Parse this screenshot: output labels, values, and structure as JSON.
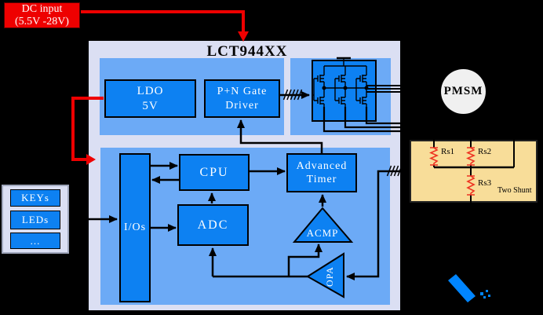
{
  "colors": {
    "block_blue": "#0d81f2",
    "panel_blue": "#6caaf6",
    "container_lavender": "#dbdff3",
    "dc_red": "#ee0000",
    "shunt_tan": "#f8dd99",
    "resistor_red": "#ee3322",
    "pmsm_gray": "#f0f0f0",
    "logo_blue": "#0085ff",
    "wire_black": "#000000"
  },
  "dc_input": {
    "line1": "DC input",
    "line2": "(5.5V -28V)"
  },
  "chip": {
    "title": "LCT944XX",
    "ldo": {
      "line1": "LDO",
      "line2": "5V"
    },
    "gate_driver": {
      "line1": "P+N Gate",
      "line2": "Driver"
    },
    "ios": "I/Os",
    "cpu": "CPU",
    "adc": "ADC",
    "timer": {
      "line1": "Advanced",
      "line2": "Timer"
    },
    "acmp": "ACMP",
    "opa": "OPA"
  },
  "io_box": {
    "keys": "KEYs",
    "leds": "LEDs",
    "more": "..."
  },
  "motor": {
    "label": "PMSM"
  },
  "shunt": {
    "rs1": "Rs1",
    "rs2": "Rs2",
    "rs3": "Rs3",
    "caption": "Two Shunt"
  }
}
